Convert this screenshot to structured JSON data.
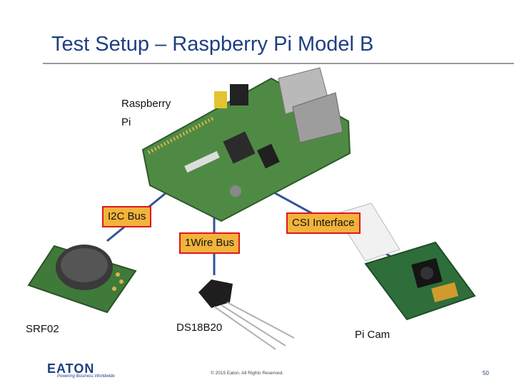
{
  "slide": {
    "title": "Test Setup – Raspberry Pi Model B",
    "page_number": "50",
    "copyright": "© 2015 Eaton. All Rights Reserved.",
    "logo_text": "EATON",
    "tagline": "Powering Business Worldwide"
  },
  "diagram": {
    "raspberry_pi_label_line1": "Raspberry",
    "raspberry_pi_label_line2": "Pi",
    "i2c_label": "I2C Bus",
    "csi_label": "CSI Interface",
    "onewire_label": "1Wire Bus",
    "srf02_label": "SRF02",
    "ds18b20_label": "DS18B20",
    "picam_label": "Pi Cam"
  },
  "colors": {
    "title": "#1f3f80",
    "box_fill": "#f2b33b",
    "box_border": "#e0151d",
    "connector": "#2f5597",
    "board_green": "#3f7a3a"
  }
}
